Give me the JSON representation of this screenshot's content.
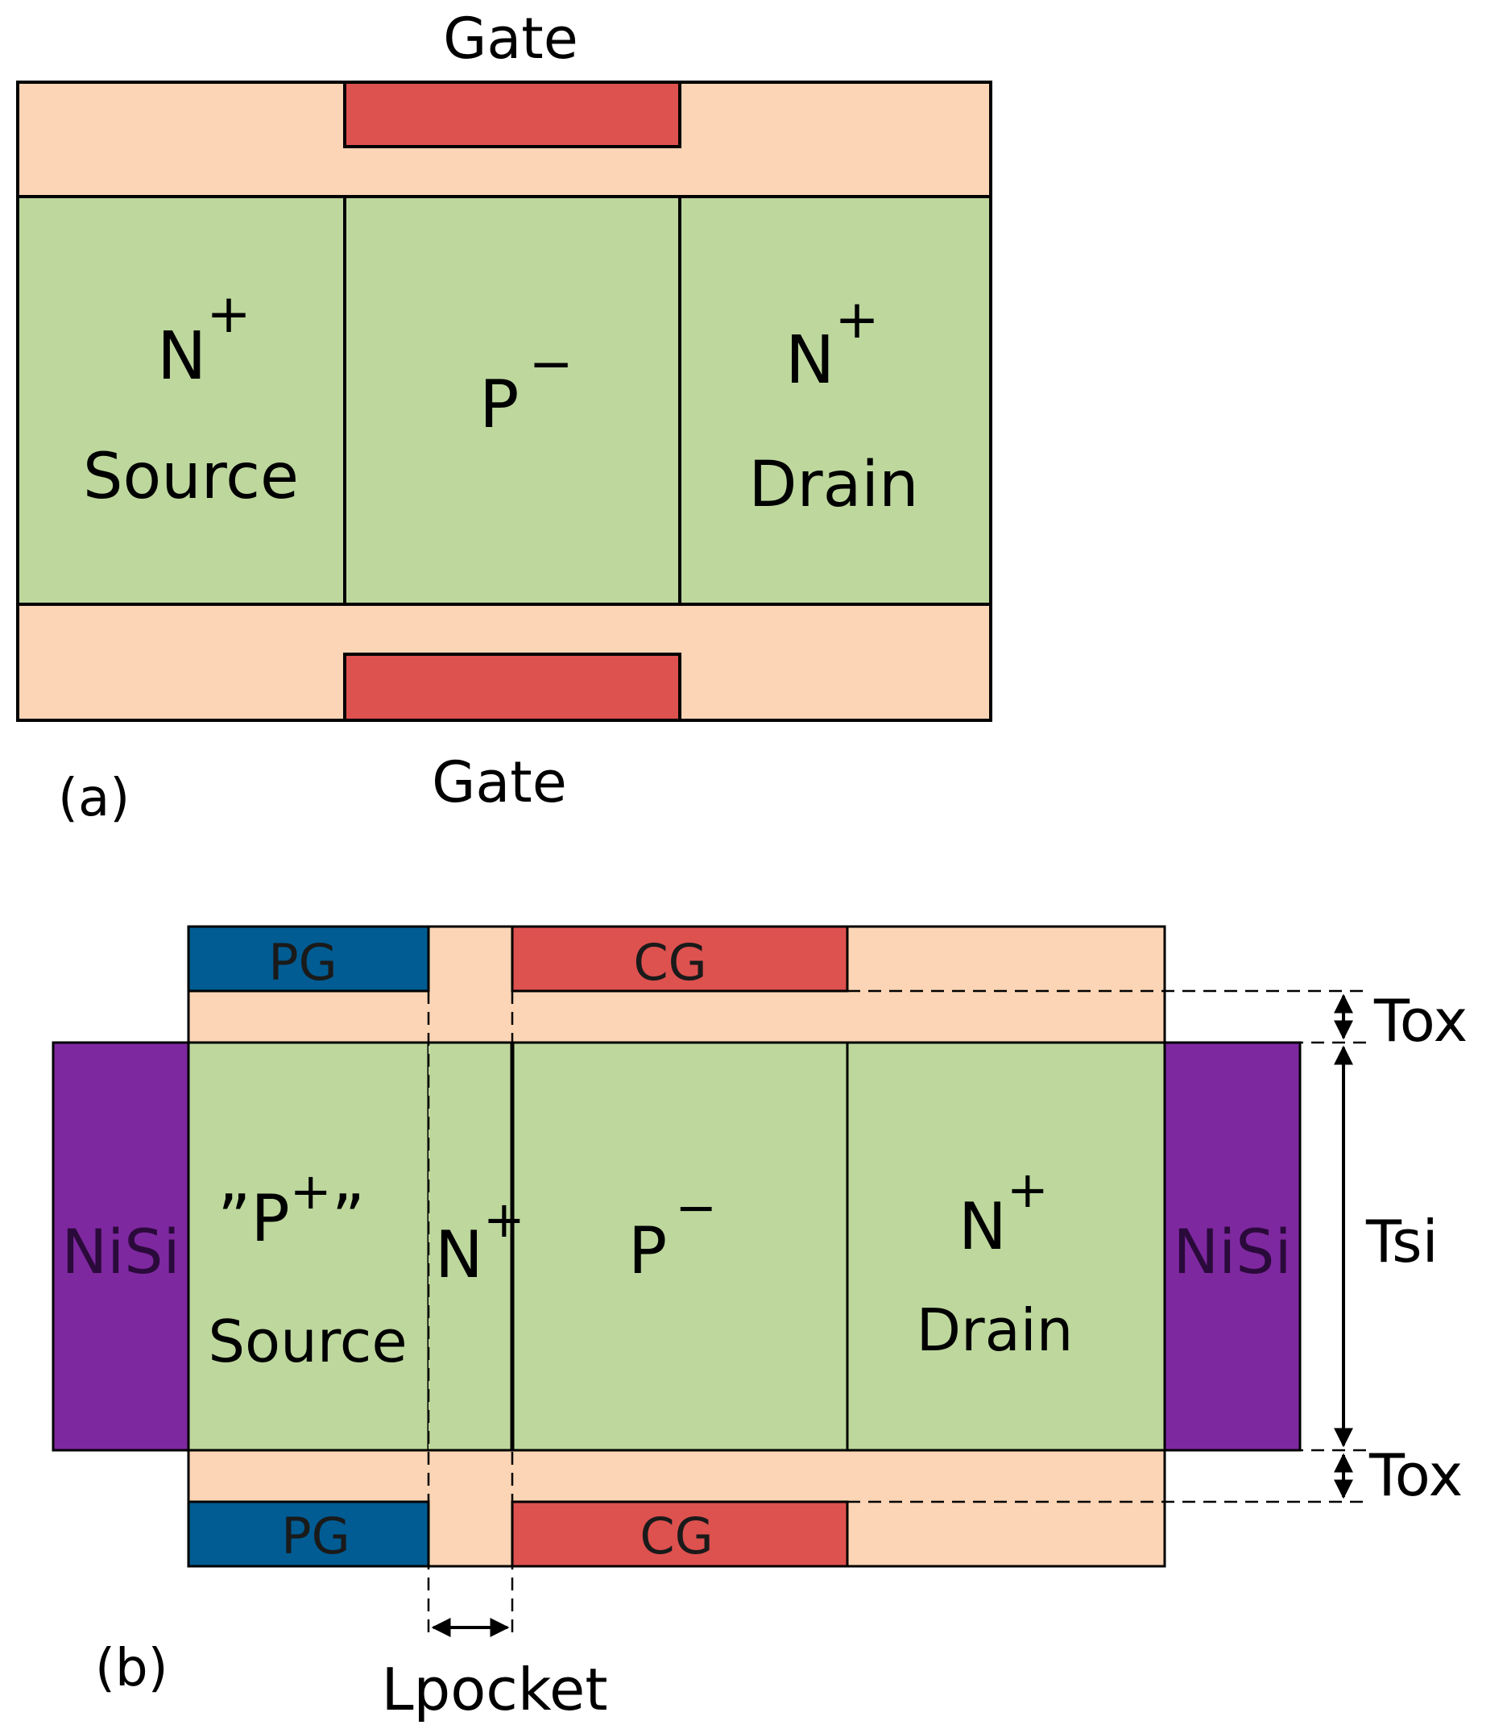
{
  "colors": {
    "oxide": "#FBD5B5",
    "silicon": "#BDD79D",
    "gate": "#DD514F",
    "pocket_gate": "#005C93",
    "nisi": "#7E28A0",
    "line": "#000000"
  },
  "panel_a": {
    "caption": "(a)",
    "gate_top_label": "Gate",
    "gate_bottom_label": "Gate",
    "source_letter": "N",
    "source_sup": "+",
    "source_label": "Source",
    "channel_letter": "P",
    "channel_sup": "−",
    "drain_letter": "N",
    "drain_sup": "+",
    "drain_label": "Drain"
  },
  "panel_b": {
    "caption": "(b)",
    "pg_top": "PG",
    "cg_top": "CG",
    "pg_bottom": "PG",
    "cg_bottom": "CG",
    "nisi_left": "NiSi",
    "nisi_right": "NiSi",
    "source_quote_open": "”",
    "source_letter": "P",
    "source_sup": "+",
    "source_quote_close": "”",
    "source_label": "Source",
    "pocket_letter": "N",
    "pocket_sup": "+",
    "channel_letter": "P",
    "channel_sup": "−",
    "drain_letter": "N",
    "drain_sup": "+",
    "drain_label": "Drain",
    "tox_top": "Tox",
    "tsi": "Tsi",
    "tox_bottom": "Tox",
    "lpocket": "Lpocket"
  }
}
